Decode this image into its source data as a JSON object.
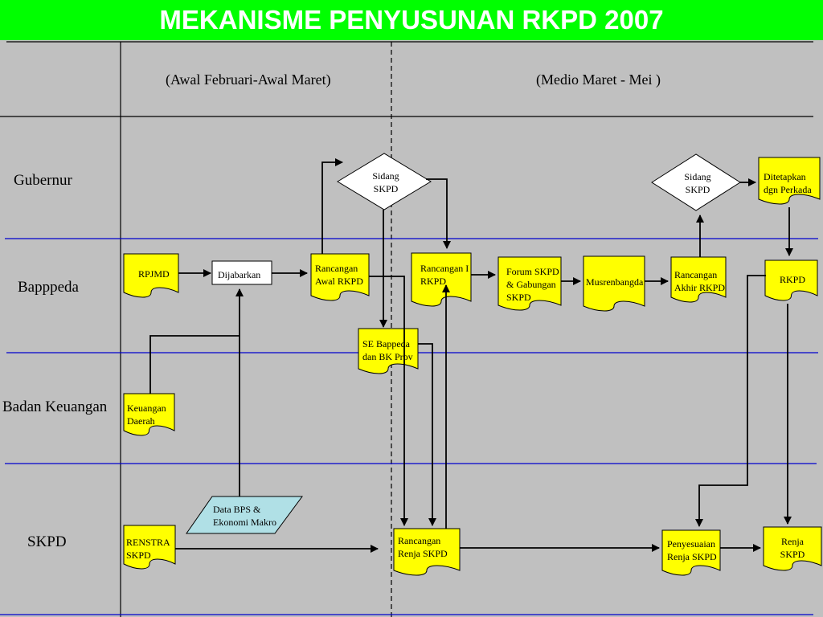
{
  "title": "MEKANISME PENYUSUNAN RKPD 2007",
  "periods": {
    "early": "(Awal Februari-Awal Maret)",
    "late": "(Medio Maret - Mei )"
  },
  "lanes": {
    "gubernur": "Gubernur",
    "bappeda": "Bapppeda",
    "keuangan": "Badan Keuangan",
    "skpd": "SKPD"
  },
  "nodes": {
    "rpjmd": "RPJMD",
    "dijabarkan": "Dijabarkan",
    "rancangan_awal": [
      "Rancangan",
      "Awal RKPD"
    ],
    "sidang1": [
      "Sidang",
      "SKPD"
    ],
    "se_bappeda": [
      "SE Bappeda",
      "dan BK Prov"
    ],
    "rancangan_i": [
      "Rancangan I",
      "RKPD"
    ],
    "forum": [
      "Forum SKPD",
      "& Gabungan",
      "SKPD"
    ],
    "musrenbang": "Musrenbangda",
    "rancangan_akhir": [
      "Rancangan",
      "Akhir RKPD"
    ],
    "sidang2": [
      "Sidang",
      "SKPD"
    ],
    "ditetapkan": [
      "Ditetapkan",
      "dgn Perkada"
    ],
    "rkpd": "RKPD",
    "keuangan_daerah": [
      "Keuangan",
      "Daerah"
    ],
    "data_bps": [
      "Data BPS &",
      "Ekonomi Makro"
    ],
    "renstra": [
      "RENSTRA",
      "SKPD"
    ],
    "rancangan_renja": [
      "Rancangan",
      "Renja SKPD"
    ],
    "penyesuaian": [
      "Penyesuaian",
      "Renja SKPD"
    ],
    "renja": [
      "Renja",
      "SKPD"
    ]
  },
  "colors": {
    "title_bg": "#00ff00",
    "doc_fill": "#ffff00",
    "parallelogram_fill": "#b0e0e6",
    "lane_line": "#0000cc",
    "background": "#c0c0c0"
  }
}
